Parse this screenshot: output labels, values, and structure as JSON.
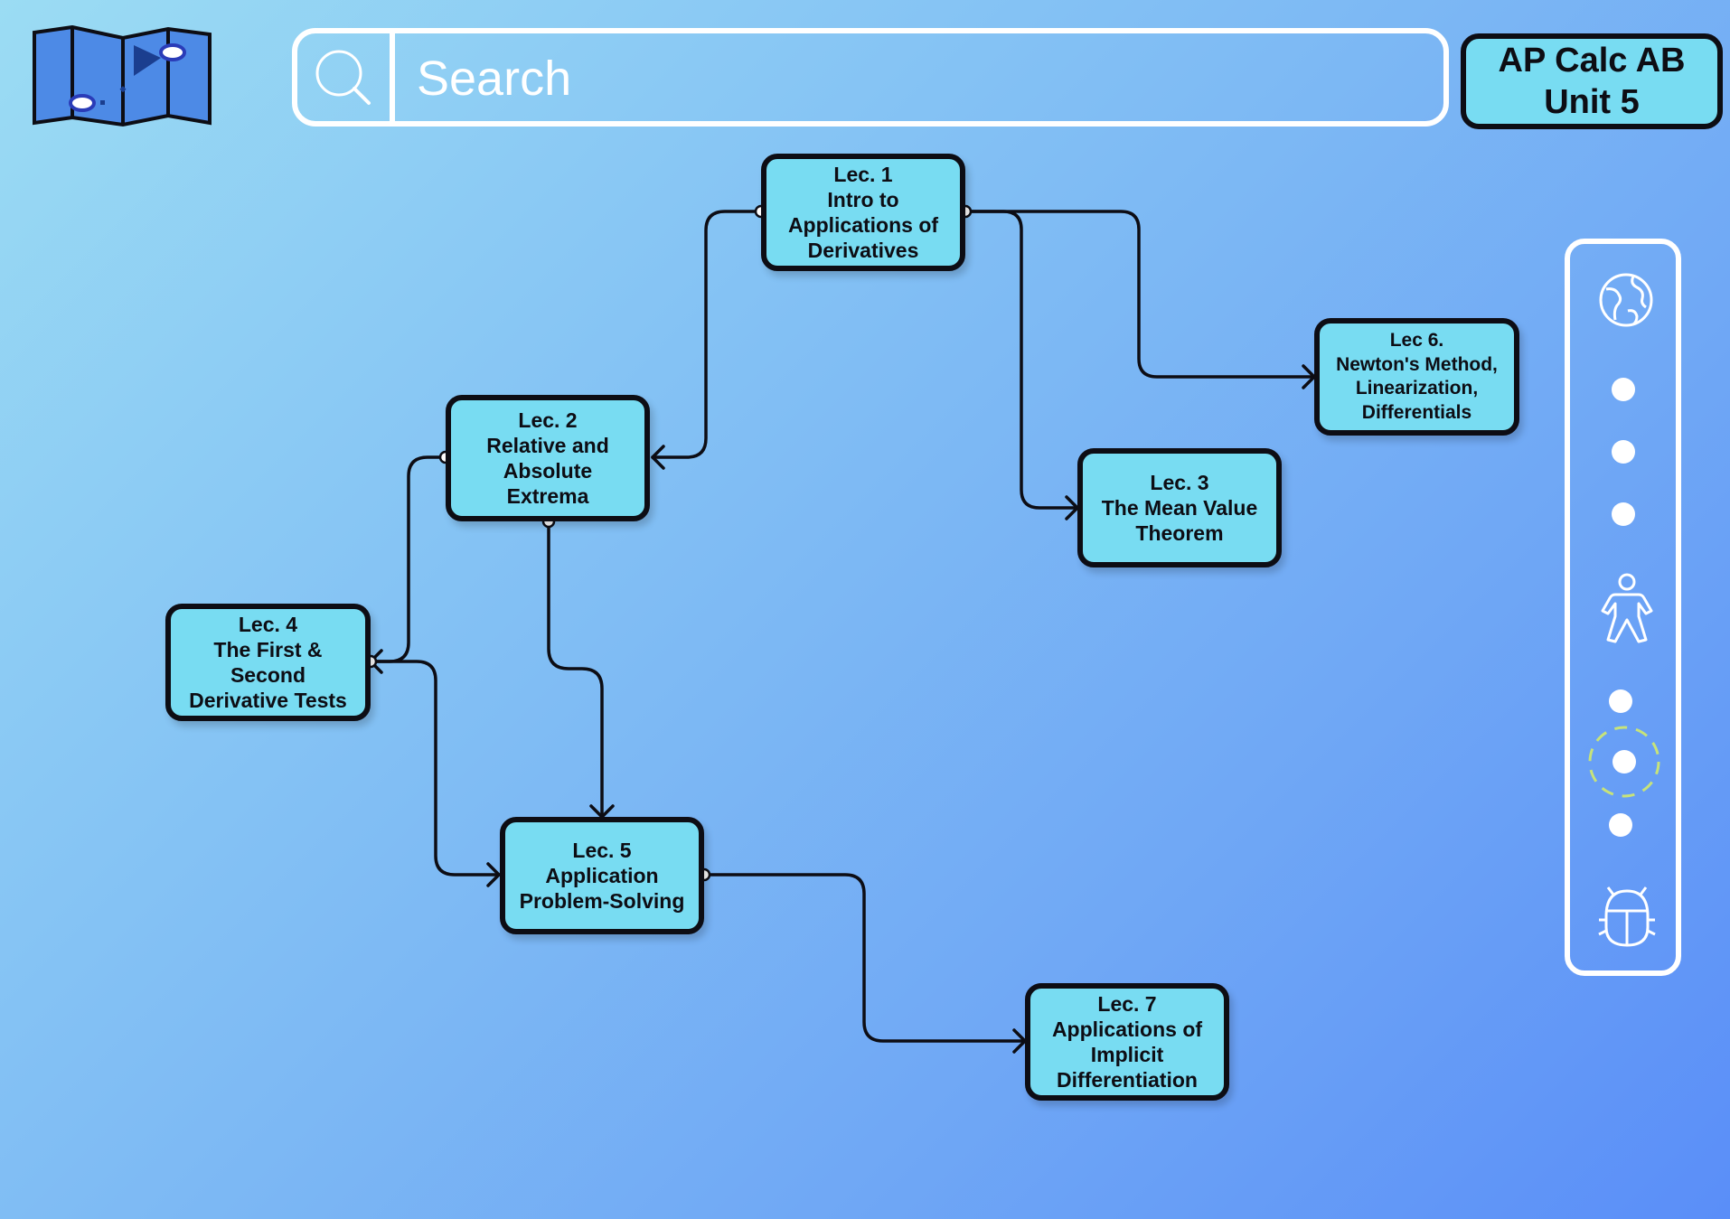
{
  "header": {
    "logo": "folded-map-icon",
    "search": {
      "placeholder": "Search",
      "icon": "search-icon"
    },
    "course_title": "AP Calc AB\nUnit 5"
  },
  "lectures": [
    {
      "id": "lec1",
      "label": "Lec. 1\nIntro to\nApplications of\nDerivatives"
    },
    {
      "id": "lec2",
      "label": "Lec. 2\nRelative and\nAbsolute\nExtrema"
    },
    {
      "id": "lec3",
      "label": "Lec. 3\nThe Mean Value\nTheorem"
    },
    {
      "id": "lec4",
      "label": "Lec. 4\nThe First &\nSecond\nDerivative Tests"
    },
    {
      "id": "lec5",
      "label": "Lec. 5\nApplication\nProblem-Solving"
    },
    {
      "id": "lec6",
      "label": "Lec 6.\nNewton's Method,\nLinearization,\nDifferentials"
    },
    {
      "id": "lec7",
      "label": "Lec. 7\nApplications of\nImplicit\nDifferentiation"
    }
  ],
  "connections": [
    {
      "from": "lec1",
      "to": "lec2"
    },
    {
      "from": "lec1",
      "to": "lec3"
    },
    {
      "from": "lec1",
      "to": "lec6"
    },
    {
      "from": "lec2",
      "to": "lec4"
    },
    {
      "from": "lec2",
      "to": "lec5"
    },
    {
      "from": "lec4",
      "to": "lec5"
    },
    {
      "from": "lec5",
      "to": "lec7"
    }
  ],
  "sidebar": {
    "items": [
      {
        "icon": "globe-icon"
      },
      {
        "icon": "dot"
      },
      {
        "icon": "dot"
      },
      {
        "icon": "dot"
      },
      {
        "icon": "person-icon"
      },
      {
        "icon": "dot"
      },
      {
        "icon": "dot",
        "state": "selected"
      },
      {
        "icon": "dot"
      },
      {
        "icon": "bug-icon"
      }
    ]
  },
  "colors": {
    "node_fill": "#78dcf2",
    "outline": "#0d0d14",
    "selected_ring": "#c7e37a",
    "sidebar": "#ffffff"
  }
}
